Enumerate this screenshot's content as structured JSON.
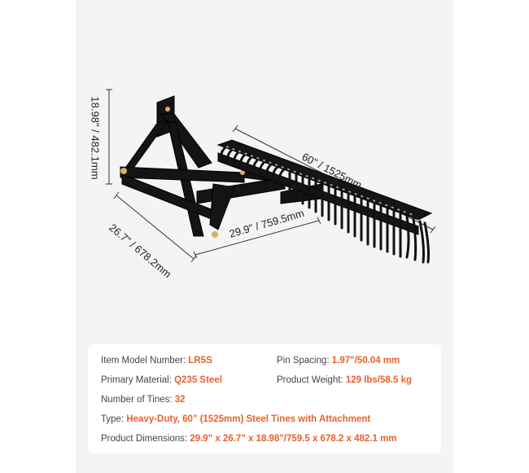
{
  "dimensions": {
    "height": "18.98\" / 482.1mm",
    "depth": "26.7\" / 678.2mm",
    "width_frame": "29.9\" / 759.5mm",
    "width_rake": "60\" / 1525mm"
  },
  "specs": {
    "model": {
      "label": "Item Model Number:",
      "value": "LR5S"
    },
    "pin_spacing": {
      "label": "Pin Spacing:",
      "value": "1.97\"/50.04 mm"
    },
    "material": {
      "label": "Primary Material:",
      "value": "Q235 Steel"
    },
    "weight": {
      "label": "Product Weight:",
      "value": "129 lbs/58.5 kg"
    },
    "tines": {
      "label": "Number of Tines:",
      "value": "32"
    },
    "type": {
      "label": "Type:",
      "value": "Heavy-Duty, 60\" (1525mm) Steel Tines with Attachment"
    },
    "dimensions": {
      "label": "Product Dimensions:",
      "value": "29.9\" x 26.7\" x 18.98\"/759.5 x 678.2 x 482.1 mm"
    }
  },
  "colors": {
    "accent": "#e8602c",
    "frame": "#111111",
    "background": "#f4f4f4"
  }
}
